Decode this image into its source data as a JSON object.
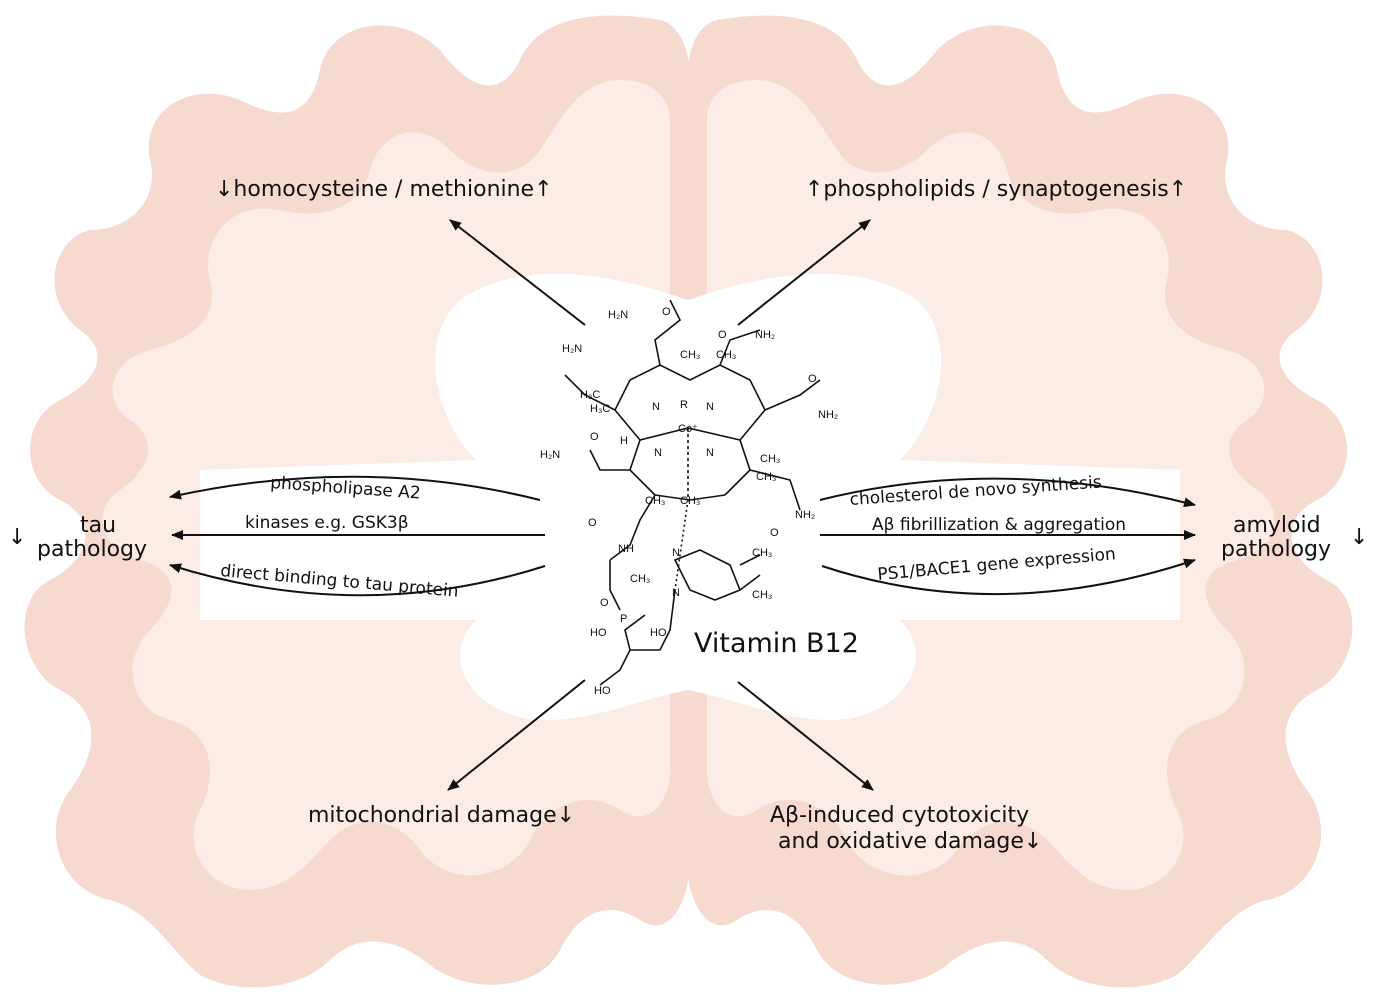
{
  "molecule_name": "Vitamin B12",
  "top_left_effect": "↓homocysteine / methionine↑",
  "top_right_effect": "↑phospholipids / synaptogenesis↑",
  "bottom_left_effect": "mitochondrial damage↓",
  "bottom_right_effect_line1": "Aβ-induced cytotoxicity",
  "bottom_right_effect_line2": "and oxidative damage↓",
  "tau": {
    "arrow_sign": "↓",
    "line1": "tau",
    "line2": "pathology",
    "mechanisms": [
      "phospholipase A2",
      "kinases e.g. GSK3β",
      "direct binding to tau protein"
    ]
  },
  "amyloid": {
    "arrow_sign": "↓",
    "line1": "amyloid",
    "line2": "pathology",
    "mechanisms": [
      "cholesterol de novo synthesis",
      "Aβ fibrillization & aggregation",
      "PS1/BACE1 gene expression"
    ]
  },
  "chem_labels": {
    "h2n_a": "H₂N",
    "h2n_b": "H₂N",
    "h2n_c": "H₂N",
    "nh2_a": "NH₂",
    "nh2_b": "NH₂",
    "nh2_c": "NH₂",
    "o": "O",
    "h3c_a": "H₃C",
    "h3c_b": "H₃C",
    "ch3": "CH₃",
    "r": "R",
    "co": "Co⁺",
    "n": "N",
    "h": "H",
    "nh": "NH",
    "ho": "HO",
    "p": "P"
  },
  "colors": {
    "brain_fill": "#f6d9cf",
    "brain_inner": "#fbece6",
    "arrow": "#111111"
  }
}
